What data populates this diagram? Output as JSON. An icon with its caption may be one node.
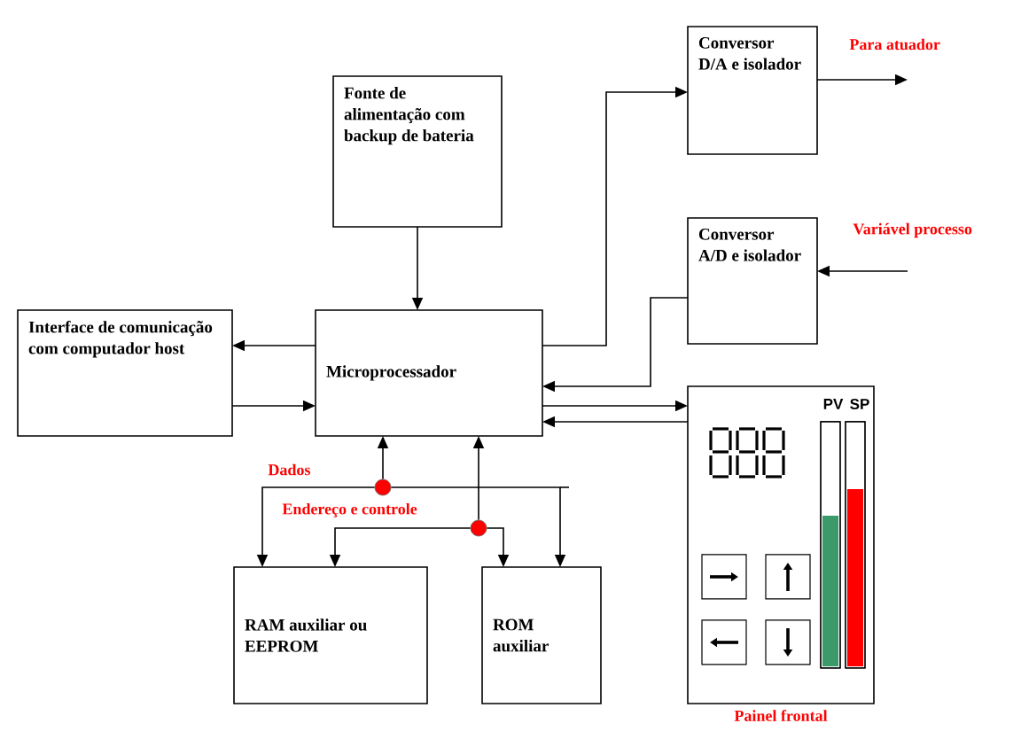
{
  "diagram": {
    "nodes": [
      {
        "text": [
          "Fonte de alimentação com backup de bateria"
        ]
      },
      {
        "text": [
          "Interface de comunicação com computador host"
        ]
      },
      {
        "text": [
          "Microprocessador"
        ]
      },
      {
        "text": [
          "Conversor D/A e isolador"
        ]
      },
      {
        "text": [
          "Conversor A/D e isolador"
        ]
      },
      {
        "text": [
          "Painel frontal"
        ]
      },
      {
        "text": [
          "RAM auxiliar ou EEPROM"
        ]
      },
      {
        "text": [
          "ROM auxiliar"
        ]
      },
      {
        "text": [],
        "shape": "circle"
      },
      {
        "text": [],
        "shape": "circle"
      }
    ],
    "edges": [
      {
        "from": 0,
        "to": 2,
        "arrow": "to"
      },
      {
        "from": 2,
        "to": 1,
        "arrow": "to"
      },
      {
        "from": 1,
        "to": 2,
        "arrow": "to"
      },
      {
        "from": 2,
        "to": 3,
        "arrow": "to"
      },
      {
        "from": 4,
        "to": 2,
        "arrow": "to"
      },
      {
        "from": 2,
        "to": 5,
        "arrow": "to"
      },
      {
        "from": 5,
        "to": 2,
        "arrow": "to"
      },
      {
        "from": 3,
        "to": null,
        "arrow": "to",
        "label": "Para atuador"
      },
      {
        "from": null,
        "to": 4,
        "arrow": "to",
        "label": "Variável processo"
      },
      {
        "from": 8,
        "to": 2,
        "arrow": "to"
      },
      {
        "from": 8,
        "to": 6,
        "arrow": "to"
      },
      {
        "from": 8,
        "to": 7,
        "arrow": "to"
      },
      {
        "from": 9,
        "to": 2,
        "arrow": "to"
      },
      {
        "from": 9,
        "to": 6,
        "arrow": "to"
      },
      {
        "from": 9,
        "to": 7,
        "arrow": "to"
      }
    ],
    "labels": [
      "Dados",
      "Endereço e controle",
      "PV",
      "SP"
    ]
  }
}
